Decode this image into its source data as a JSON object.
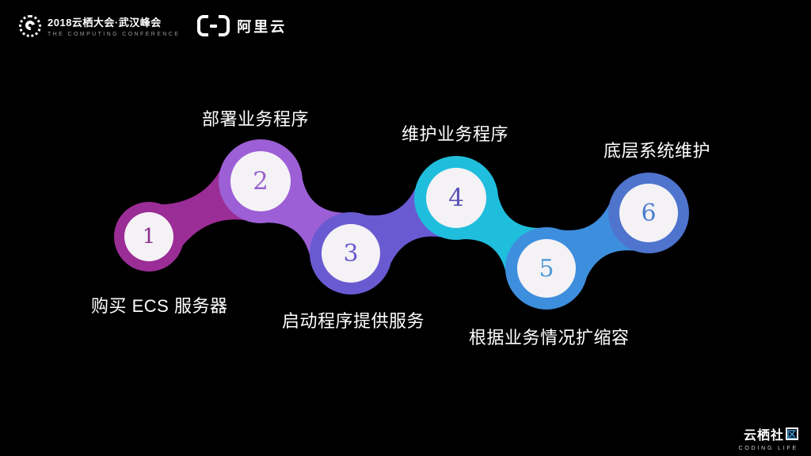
{
  "background": "#000000",
  "header": {
    "conference": {
      "title": "2018云栖大会·武汉峰会",
      "subtitle": "THE COMPUTING CONFERENCE"
    },
    "alibaba": {
      "name": "阿里云"
    }
  },
  "diagram": {
    "inner_circle_color": "#f4f2f5",
    "steps": [
      {
        "num": "1",
        "label": "购买 ECS 服务器",
        "ring_color": "#9b2d96",
        "num_color": "#8e2e8e",
        "label_side": "below"
      },
      {
        "num": "2",
        "label": "部署业务程序",
        "ring_color": "#9c5fd6",
        "num_color": "#9663cc",
        "label_side": "above"
      },
      {
        "num": "3",
        "label": "启动程序提供服务",
        "ring_color": "#6a5ad2",
        "num_color": "#6a5bd0",
        "label_side": "below"
      },
      {
        "num": "4",
        "label": "维护业务程序",
        "ring_color": "#1fbedc",
        "num_color": "#5d55b5",
        "label_side": "above"
      },
      {
        "num": "5",
        "label": "根据业务情况扩缩容",
        "ring_color": "#3e8ede",
        "num_color": "#4e9ad8",
        "label_side": "below"
      },
      {
        "num": "6",
        "label": "底层系统维护",
        "ring_color": "#4e74ce",
        "num_color": "#4c7cce",
        "label_side": "above"
      }
    ]
  },
  "footer": {
    "community_prefix": "云栖社",
    "community_boxed": "区",
    "tagline": "CODING LIFE"
  }
}
